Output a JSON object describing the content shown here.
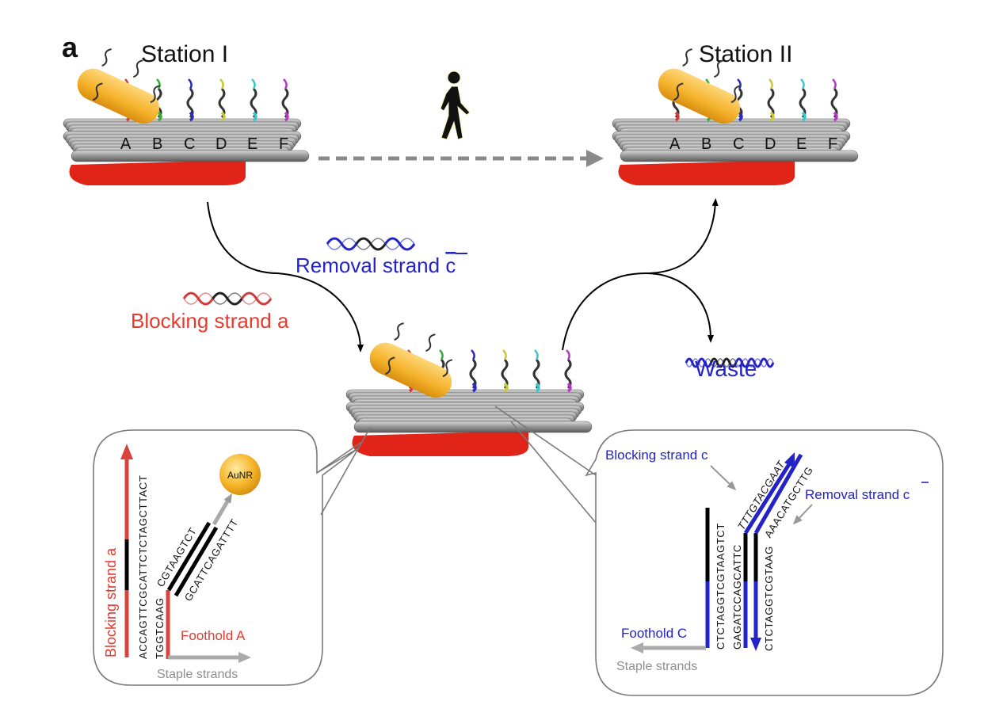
{
  "panel_label": "a",
  "stations": [
    {
      "title": "Station I",
      "sites": [
        "A",
        "B",
        "C",
        "D",
        "E",
        "F"
      ],
      "attached_sites": [
        "A",
        "B"
      ]
    },
    {
      "title": "Station II",
      "sites": [
        "A",
        "B",
        "C",
        "D",
        "E",
        "F"
      ],
      "attached_sites": [
        "B",
        "C"
      ]
    }
  ],
  "walk_icon": "walking-person-icon",
  "reagents": {
    "removal": {
      "label": "Removal strand ",
      "bar_letter": "c",
      "color": "#2323c8"
    },
    "blocking": {
      "label": "Blocking strand a",
      "color": "#e8392e"
    },
    "waste": {
      "label": "Waste",
      "color": "#2323c8"
    }
  },
  "left_inset": {
    "vertical_label": "Blocking strand a",
    "seq_blocking": "ACCAGTTCGCATTCTCTAGCTTACT",
    "seq_foothold": "TGGTCAAG",
    "seq_duplex_top": "CGTAAGTCT",
    "seq_duplex_bottom": "GCATTCAGATTTT",
    "aunr_label": "AuNR",
    "foothold_label": "Foothold A",
    "staple_label": "Staple strands"
  },
  "right_inset": {
    "blocking_label": "Blocking strand c",
    "removal_label": "Removal strand ",
    "removal_bar_letter": "c",
    "seq_left": "CTCTAGGTCGTAAGTCT",
    "seq_middle": "GAGATCCAGCATTC",
    "seq_middle_diag": "TTTGTACGAAT",
    "seq_right": "CTCTAGGTCGTAAG",
    "seq_right_diag": "AAACATGCTTG",
    "foothold_label": "Foothold C",
    "staple_label": "Staple strands"
  },
  "colors": {
    "red": "#e8392e",
    "strand_red": "#d9433c",
    "blue": "#2323c8",
    "gray_arrow": "#a8a8a8",
    "gold": "#f5b62a",
    "origami": "#8f8f8f",
    "site_colors": [
      "#d33b3b",
      "#2fae3a",
      "#2a2ac0",
      "#c9c93a",
      "#3ac8d0",
      "#b43ac4"
    ]
  }
}
